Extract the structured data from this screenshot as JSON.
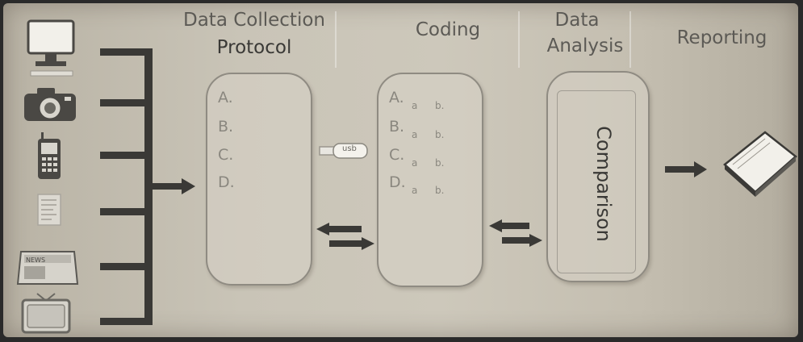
{
  "headers": {
    "data_collection": "Data Collection",
    "protocol": "Protocol",
    "coding": "Coding",
    "data": "Data",
    "analysis": "Analysis",
    "reporting": "Reporting"
  },
  "protocol_items": [
    "A.",
    "B.",
    "C.",
    "D."
  ],
  "coding_items": [
    {
      "letter": "A.",
      "a": "a",
      "b": "b."
    },
    {
      "letter": "B.",
      "a": "a",
      "b": "b."
    },
    {
      "letter": "C.",
      "a": "a",
      "b": "b."
    },
    {
      "letter": "D.",
      "a": "a",
      "b": "b."
    }
  ],
  "analysis_label": "Comparison",
  "sources": [
    "computer-monitor-icon",
    "camera-icon",
    "mobile-phone-icon",
    "document-icon",
    "tablet-icon",
    "television-icon"
  ],
  "usb_label": "usb",
  "colors": {
    "arrow": "#3a3936",
    "line": "#3a3936",
    "panel_border": "#8f8b82",
    "text_light": "#8a877f",
    "text_dark": "#3a3936"
  }
}
